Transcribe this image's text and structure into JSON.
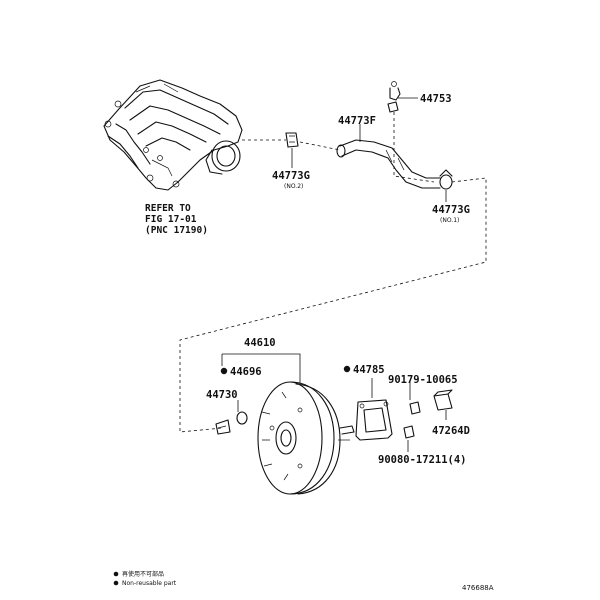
{
  "labels": {
    "p44753": "44753",
    "p44773F": "44773F",
    "p44773G_no2": "44773G",
    "p44773G_no2_note": "(NO.2)",
    "p44773G_no1": "44773G",
    "p44773G_no1_note": "(NO.1)",
    "refer_line1": "REFER TO",
    "refer_line2": "FIG 17-01",
    "refer_line3": "(PNC 17190)",
    "p44610": "44610",
    "p44696": "44696",
    "p44730": "44730",
    "p44785": "44785",
    "p90179": "90179-10065",
    "p47264D": "47264D",
    "p90080": "90080-17211(4)"
  },
  "legend": {
    "item1": "再使用不可部品",
    "item2": "Non-reusable part"
  },
  "figure_code": "476688A"
}
